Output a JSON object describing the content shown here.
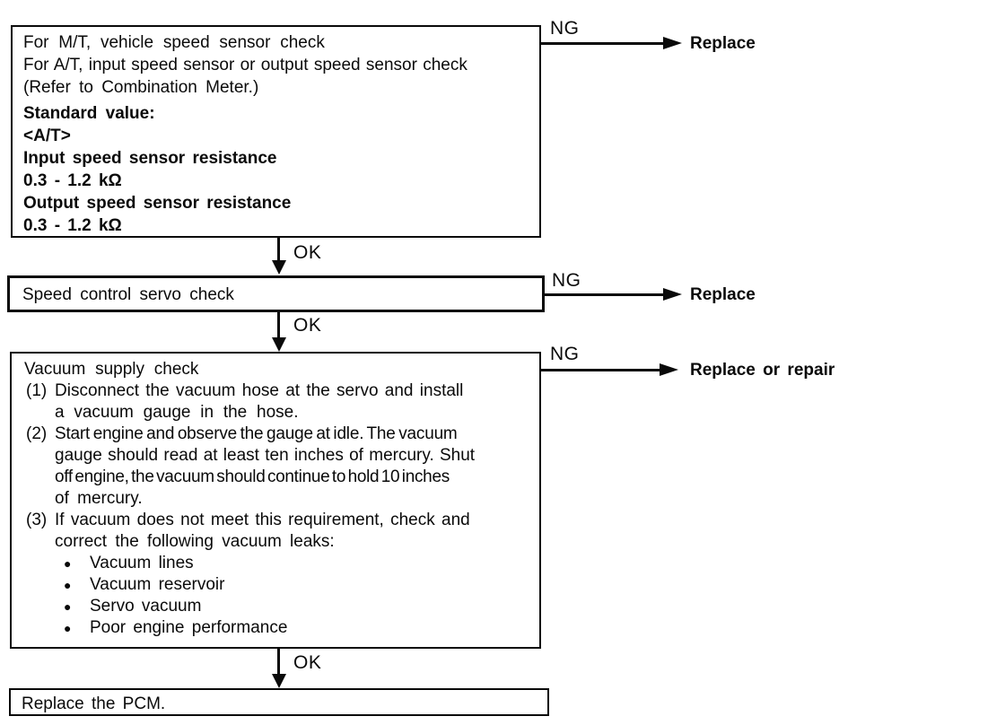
{
  "colors": {
    "ink": "#0a0a0a",
    "paper": "#ffffff"
  },
  "flow": {
    "step1": {
      "lines": [
        "For M/T, vehicle speed sensor check",
        "For A/T, input speed sensor or output speed sensor check",
        "(Refer to Combination Meter.)"
      ],
      "standard": [
        "Standard value:",
        "<A/T>",
        "Input speed sensor resistance",
        "0.3 - 1.2 kΩ",
        "Output speed sensor resistance",
        "0.3 - 1.2 kΩ"
      ]
    },
    "step2": {
      "label": "Speed control servo check"
    },
    "step3": {
      "title": "Vacuum supply check",
      "items": [
        {
          "marker": "(1)",
          "lines": [
            "Disconnect the vacuum hose at the servo and install",
            "a vacuum gauge in the hose."
          ]
        },
        {
          "marker": "(2)",
          "lines": [
            "Start engine and observe the gauge at idle. The vacuum",
            "gauge should read at least ten inches of mercury. Shut",
            "off engine, the vacuum should continue to hold 10 inches",
            "of mercury."
          ]
        },
        {
          "marker": "(3)",
          "lines": [
            "If vacuum does not meet this requirement, check and",
            "correct the following vacuum leaks:"
          ]
        }
      ],
      "bullet_glyph": "●",
      "bullets": [
        "Vacuum lines",
        "Vacuum reservoir",
        "Servo vacuum",
        "Poor engine performance"
      ]
    },
    "step4": {
      "label": "Replace the PCM."
    },
    "connectors": {
      "ok1": "OK",
      "ok2": "OK",
      "ok3": "OK",
      "ng1": {
        "label": "NG",
        "result": "Replace"
      },
      "ng2": {
        "label": "NG",
        "result": "Replace"
      },
      "ng3": {
        "label": "NG",
        "result": "Replace or repair"
      }
    }
  }
}
